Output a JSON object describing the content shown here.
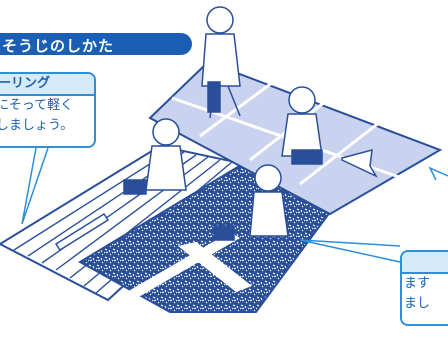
{
  "section_title": "そうじのしかた",
  "callout_flooring": {
    "heading": "ーリング",
    "lines": [
      "にそって軽く",
      "しましょう。"
    ]
  },
  "callout_right": {
    "heading": "",
    "lines": [
      "ます",
      "まし"
    ]
  },
  "colors": {
    "accent_blue": "#1a5fb4",
    "line_blue": "#2d8fd8",
    "tile_fill": "#c9d2ee",
    "highlight": "#d6ebf9"
  },
  "icons": [
    "left-right-arrow",
    "cross-arrow",
    "woman-with-vacuum"
  ]
}
